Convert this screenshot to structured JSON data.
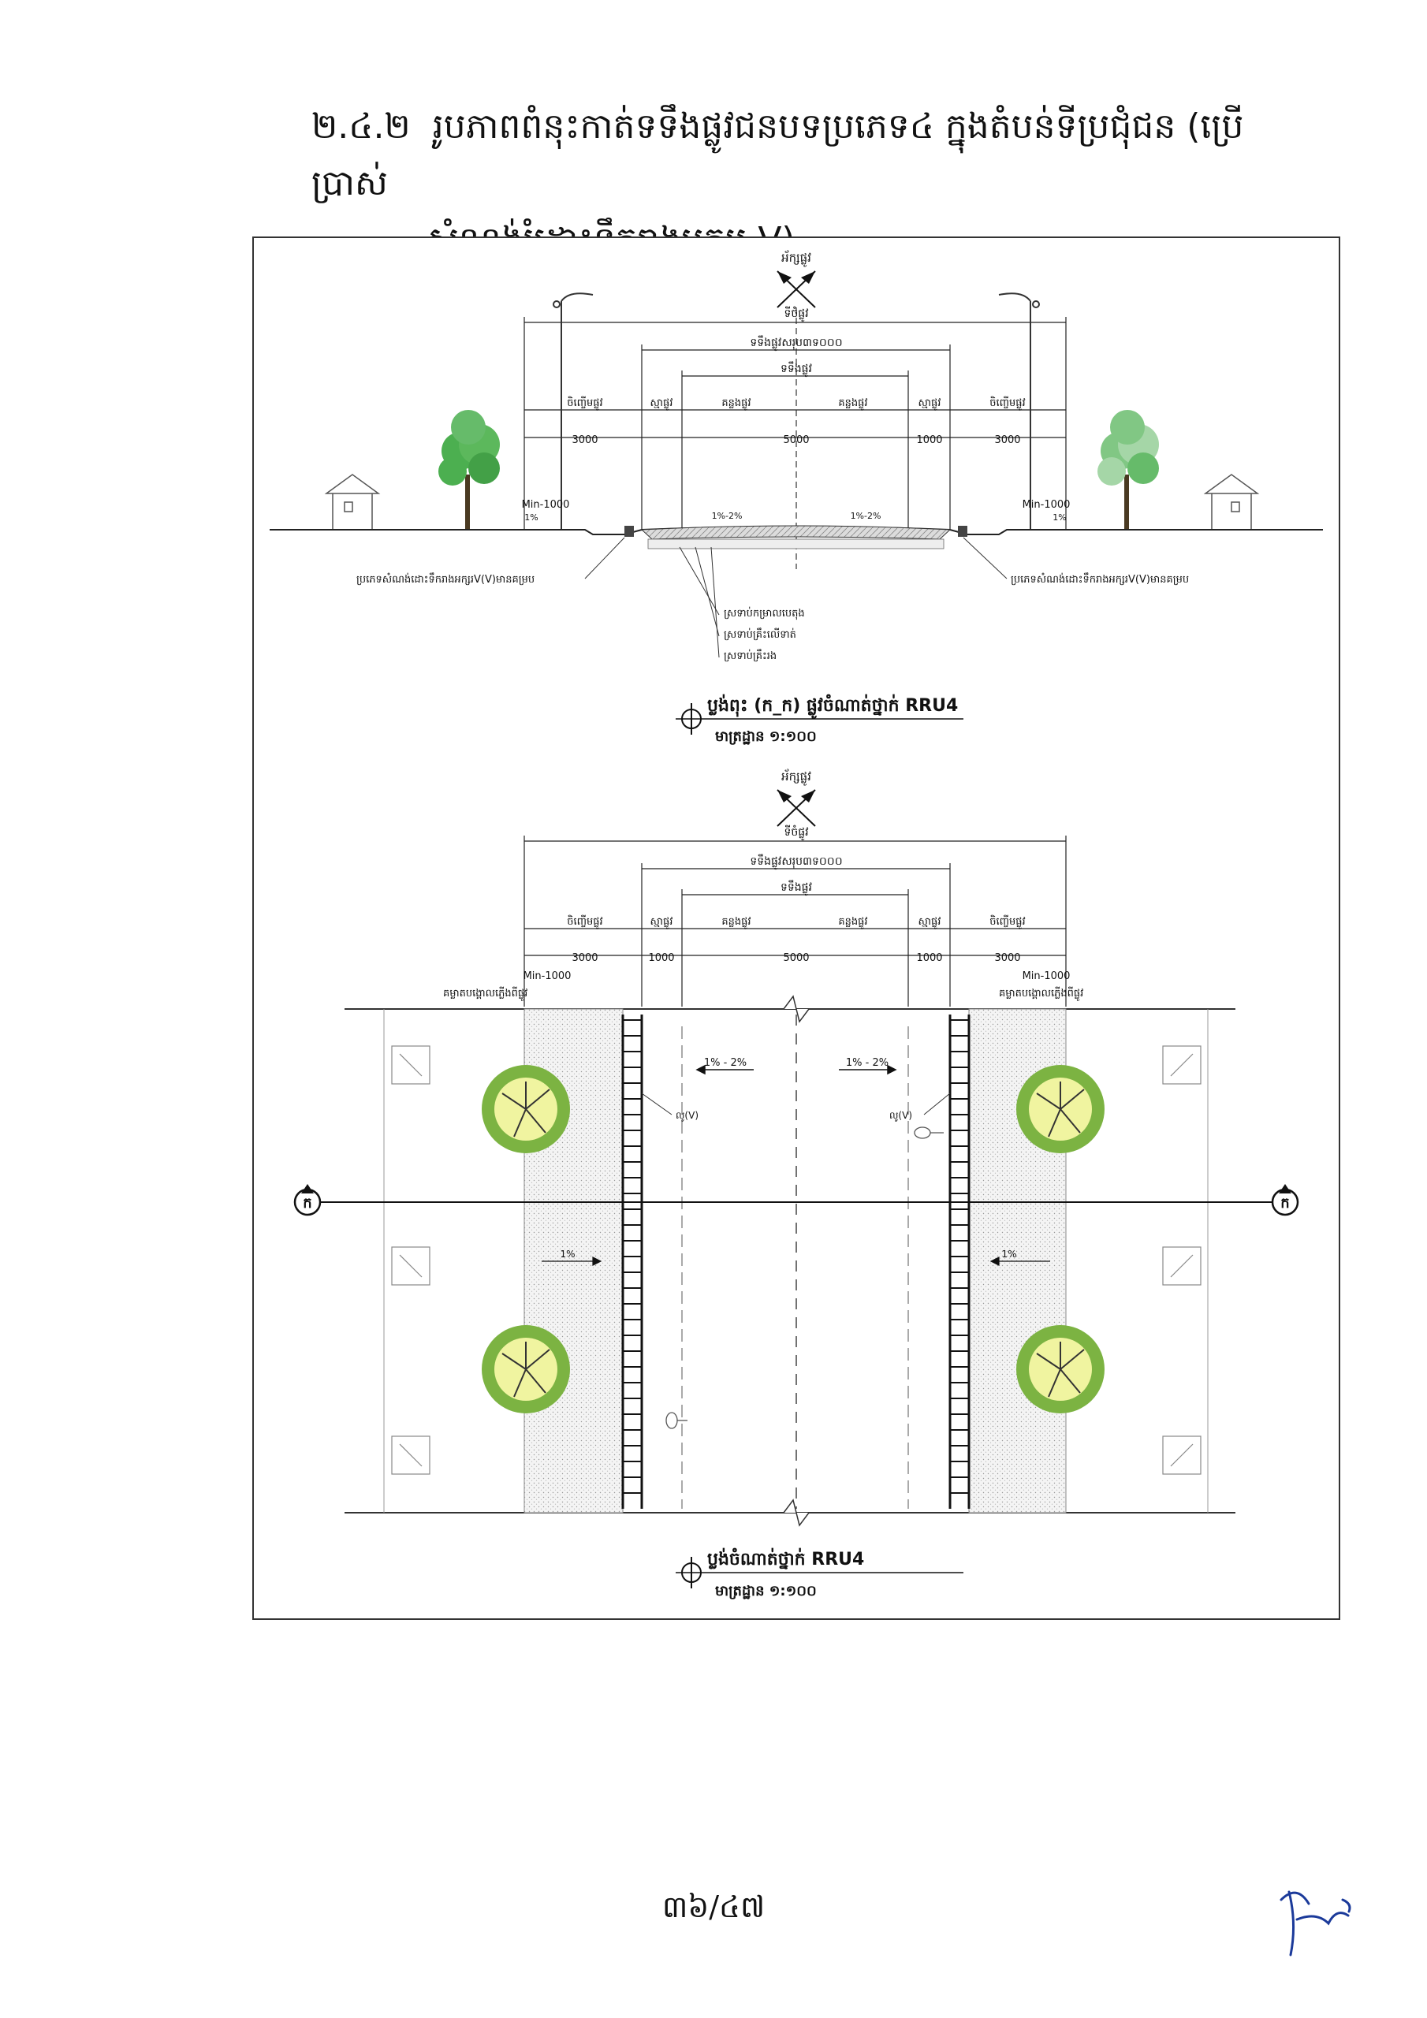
{
  "page": {
    "title_number": "២.៤.២",
    "title_line1": "រូបភាពពំនុះកាត់ទទឹងផ្លូវជនបទប្រភេទ៤ ក្នុងតំបន់ទីប្រជុំជន (ប្រើប្រាស់",
    "title_line2": "សំណង់រំដោះទឹករាងអក្សរ V)",
    "page_number": "៣៦/៤៧"
  },
  "section": {
    "axis_label": "អ័ក្សផ្លូវ",
    "row_width": "ទីចំផ្លូវ",
    "sub_width": "ទទឹងផ្លូវសរុប៣ទ០០០",
    "carriageway": "ទទឹងផ្លូវ",
    "sidewalk": "ចិញ្ចើមផ្លូវ",
    "shoulder": "ស្មាផ្លូវ",
    "lane": "គន្លងផ្លូវ",
    "dim_3000": "3000",
    "dim_1000": "1000",
    "dim_5000": "5000",
    "min_1000": "Min-1000",
    "slope_1": "1%",
    "slope_range": "1%-2%",
    "drain_label": "ប្រភេទសំណង់ដោះទឹករាងអក្សរV(V)មានគម្រប",
    "layer_1": "ស្រទាប់កម្រាលបេតុង",
    "layer_2": "ស្រទាប់គ្រឹះលើទាត់",
    "layer_3": "ស្រទាប់គ្រឹះរង",
    "caption": "ប្លង់ពុះ (ក_ក) ផ្លូវចំណាត់ថ្នាក់ RRU4",
    "scale": "មាត្រដ្ឋាន ១:១០០"
  },
  "plan": {
    "axis_label": "អ័ក្សផ្លូវ",
    "row_width": "ទីចំផ្លូវ",
    "sub_width": "ទទឹងផ្លូវសរុប៣ទ០០០",
    "carriageway": "ទទឹងផ្លូវ",
    "sidewalk": "ចិញ្ចើមផ្លូវ",
    "shoulder": "ស្មាផ្លូវ",
    "lane": "គន្លងផ្លូវ",
    "dim_3000": "3000",
    "dim_1000": "1000",
    "dim_5000": "5000",
    "min_1000": "Min-1000",
    "tree_note": "គម្លាតបង្គោលភ្លើងពីផ្លូវ",
    "slope_lane": "1% - 2%",
    "slope_walk": "1%",
    "drain_tag": "លូ(V)",
    "section_mark": "ក",
    "caption": "ប្លង់ចំណាត់ថ្នាក់ RRU4",
    "scale": "មាត្រដ្ឋាន ១:១០០"
  }
}
